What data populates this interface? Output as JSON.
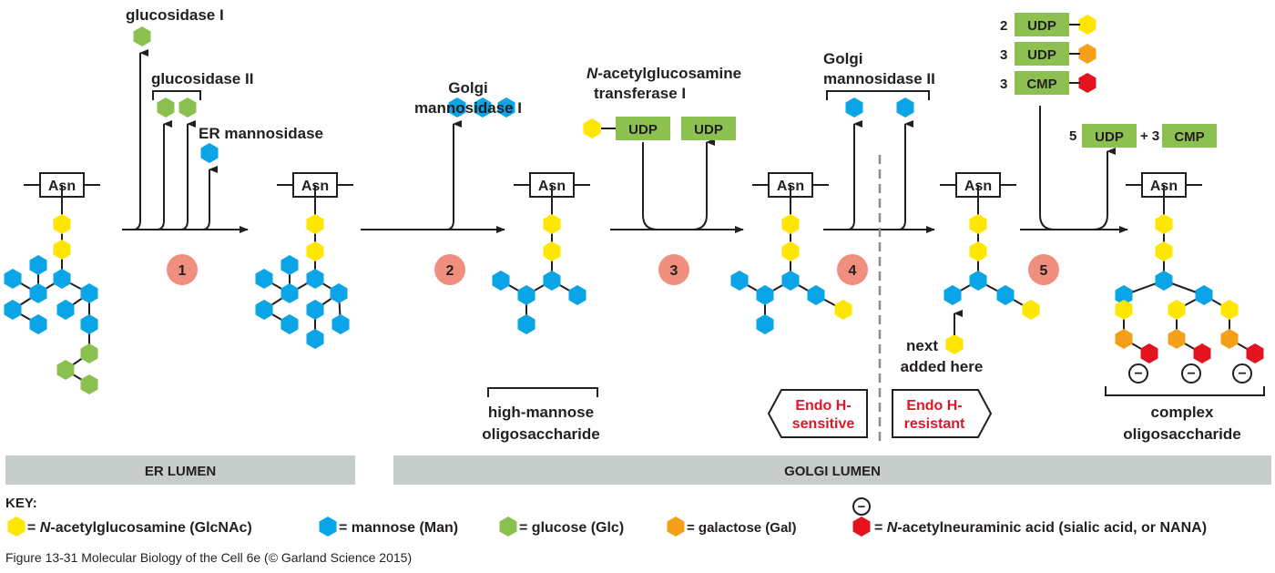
{
  "colors": {
    "glcnac": "#ffe600",
    "mannose": "#0aa5e6",
    "glucose": "#8cc152",
    "galactose": "#f6a01a",
    "sialic": "#e5131d",
    "step_circle": "#f08f7e",
    "nucleotide_box": "#8cc152",
    "lumen_bar": "#c6ccca",
    "endo_text": "#d7192a"
  },
  "asn": "Asn",
  "enzymes": {
    "glucosidase1": "glucosidase I",
    "glucosidase2": "glucosidase II",
    "er_mannosidase": "ER mannosidase",
    "golgi_mannosidase1_line1": "Golgi",
    "golgi_mannosidase1_line2": "mannosidase I",
    "glcnac_transferase_line1_italic": "N",
    "glcnac_transferase_line1_rest": "-acetylglucosamine",
    "glcnac_transferase_line2": "transferase I",
    "golgi_mannosidase2_line1": "Golgi",
    "golgi_mannosidase2_line2": "mannosidase II"
  },
  "steps": [
    "1",
    "2",
    "3",
    "4",
    "5"
  ],
  "nucleotides": {
    "udp": "UDP",
    "cmp": "CMP",
    "count_2": "2",
    "count_3a": "3",
    "count_3b": "3",
    "count_5": "5",
    "plus_3": "+ 3"
  },
  "labels": {
    "high_mannose_line1": "high-mannose",
    "high_mannose_line2": "oligosaccharide",
    "complex_line1": "complex",
    "complex_line2": "oligosaccharide",
    "next_line1": "next",
    "next_line2": "added here",
    "endo_sensitive_line1": "Endo H-",
    "endo_sensitive_line2": "sensitive",
    "endo_resistant_line1": "Endo H-",
    "endo_resistant_line2": "resistant",
    "minus": "−"
  },
  "lumens": {
    "er": "ER LUMEN",
    "golgi": "GOLGI LUMEN"
  },
  "key": {
    "title": "KEY:",
    "glcnac_italic": "N",
    "glcnac_rest": "-acetylglucosamine (GlcNAc)",
    "mannose": "= mannose (Man)",
    "glucose": "= glucose (Glc)",
    "galactose": "= galactose (Gal)",
    "nana_italic": "N",
    "nana_rest": "-acetylneuraminic acid (sialic acid, or NANA)",
    "equals": "= "
  },
  "caption": "Figure 13-31  Molecular Biology of the Cell 6e (© Garland Science 2015)"
}
